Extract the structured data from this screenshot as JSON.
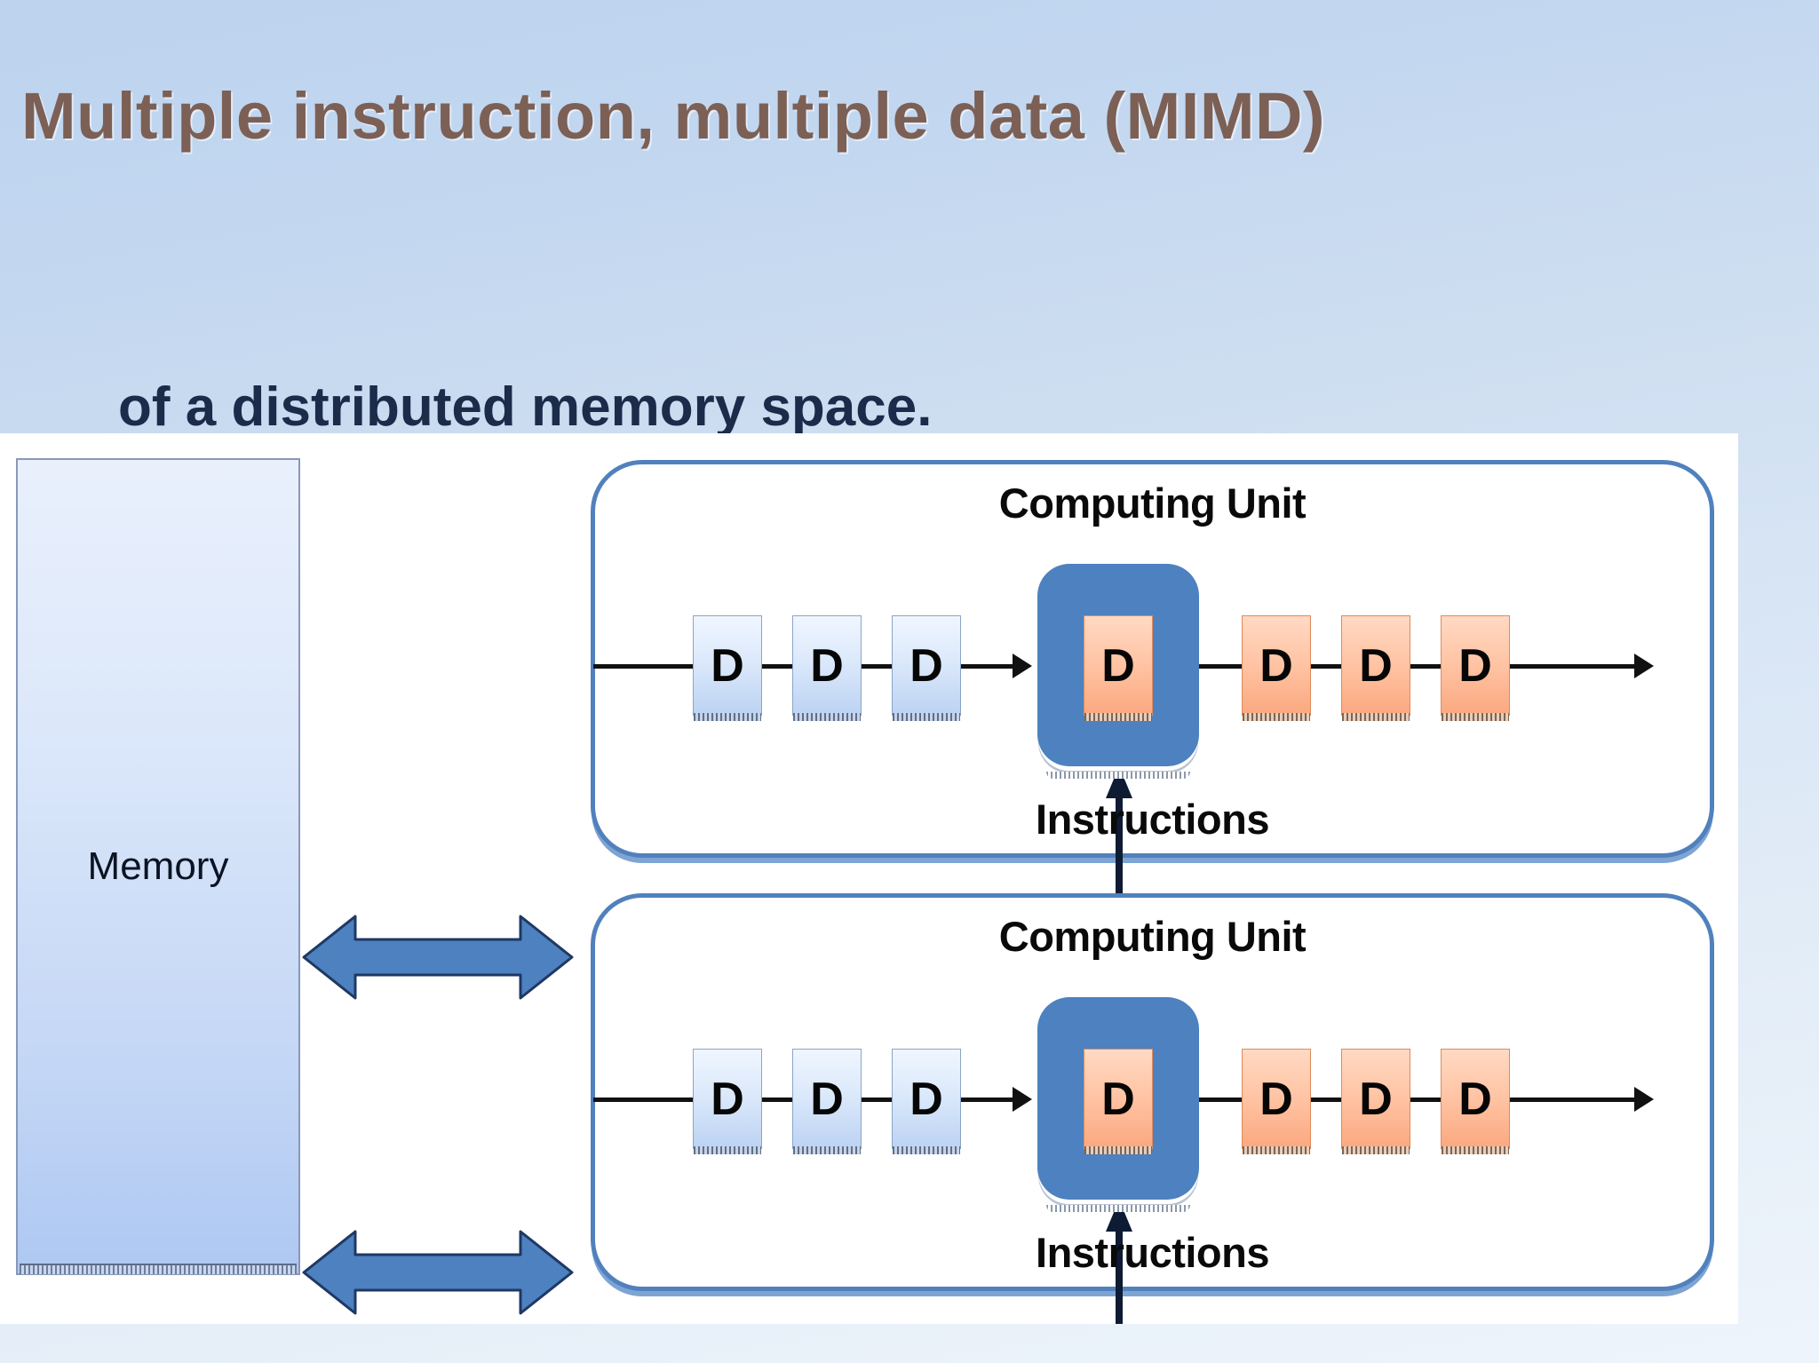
{
  "slide": {
    "title": "Multiple instruction, multiple data (MIMD)",
    "title_color": "#7c6055",
    "background_top_color": "#bdd3ee",
    "background_bottom_color": "#eef4fb",
    "clipped_body_text": "of a distributed memory space."
  },
  "diagram": {
    "canvas_background": "#ffffff",
    "memory": {
      "label": "Memory",
      "fill_top": "#e9f0fc",
      "fill_bottom": "#aec8f2",
      "border_color": "#8898b8"
    },
    "memory_arrows": [
      {
        "name": "memory-bus-arrow-top",
        "direction": "bidirectional",
        "fill": "#4d81c0",
        "stroke": "#1f3864"
      },
      {
        "name": "memory-bus-arrow-bottom",
        "direction": "bidirectional",
        "fill": "#4d81c0",
        "stroke": "#1f3864"
      }
    ],
    "colors": {
      "unit_border": "#5181bd",
      "core_fill": "#4d81c0",
      "input_cell_fill": "#dce9fb",
      "output_cell_fill": "#ffc3a3",
      "wire": "#111111"
    },
    "computing_units": [
      {
        "title": "Computing Unit",
        "instructions_label": "Instructions",
        "input_stream": [
          {
            "label": "D",
            "color": "blue"
          },
          {
            "label": "D",
            "color": "blue"
          },
          {
            "label": "D",
            "color": "blue"
          }
        ],
        "core_cell": {
          "label": "D",
          "color": "orange"
        },
        "output_stream": [
          {
            "label": "D",
            "color": "orange"
          },
          {
            "label": "D",
            "color": "orange"
          },
          {
            "label": "D",
            "color": "orange"
          }
        ]
      },
      {
        "title": "Computing Unit",
        "instructions_label": "Instructions",
        "input_stream": [
          {
            "label": "D",
            "color": "blue"
          },
          {
            "label": "D",
            "color": "blue"
          },
          {
            "label": "D",
            "color": "blue"
          }
        ],
        "core_cell": {
          "label": "D",
          "color": "orange"
        },
        "output_stream": [
          {
            "label": "D",
            "color": "orange"
          },
          {
            "label": "D",
            "color": "orange"
          },
          {
            "label": "D",
            "color": "orange"
          }
        ]
      }
    ]
  }
}
